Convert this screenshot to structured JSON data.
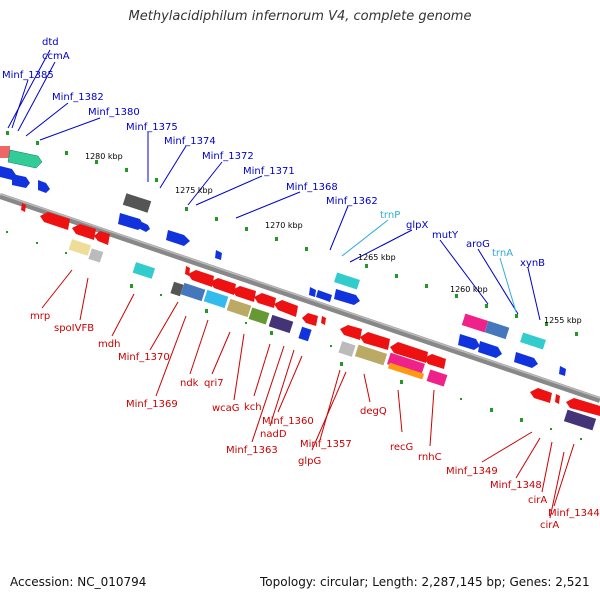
{
  "title": "Methylacidiphilum infernorum V4, complete genome",
  "footer": {
    "accession": "Accession: NC_010794",
    "topology": "Topology: circular; Length: 2,287,145 bp; Genes: 2,521"
  },
  "colors": {
    "forward_label": "#0000cc",
    "reverse_label": "#cc0000",
    "rna_label": "#33aadd",
    "backbone": "#888888"
  },
  "ticks": [
    "1280 kbp",
    "1275 kbp",
    "1270 kbp",
    "1265 kbp",
    "1260 kbp",
    "1255 kbp"
  ],
  "labels_forward": [
    "dtd",
    "ccmA",
    "Minf_1385",
    "Minf_1382",
    "Minf_1380",
    "Minf_1375",
    "Minf_1374",
    "Minf_1372",
    "Minf_1371",
    "Minf_1368",
    "Minf_1362",
    "glpX",
    "mutY",
    "aroG",
    "xynB"
  ],
  "labels_rna": [
    "trnP",
    "trnA"
  ],
  "labels_reverse": [
    "mrp",
    "spoIVFB",
    "mdh",
    "Minf_1370",
    "Minf_1369",
    "ndk",
    "qri7",
    "wcaG",
    "kch",
    "Minf_1360",
    "nadD",
    "Minf_1363",
    "Minf_1357",
    "glpG",
    "degQ",
    "recG",
    "rnhC",
    "Minf_1349",
    "Minf_1348",
    "cirA",
    "Minf_1344",
    "cirA"
  ]
}
